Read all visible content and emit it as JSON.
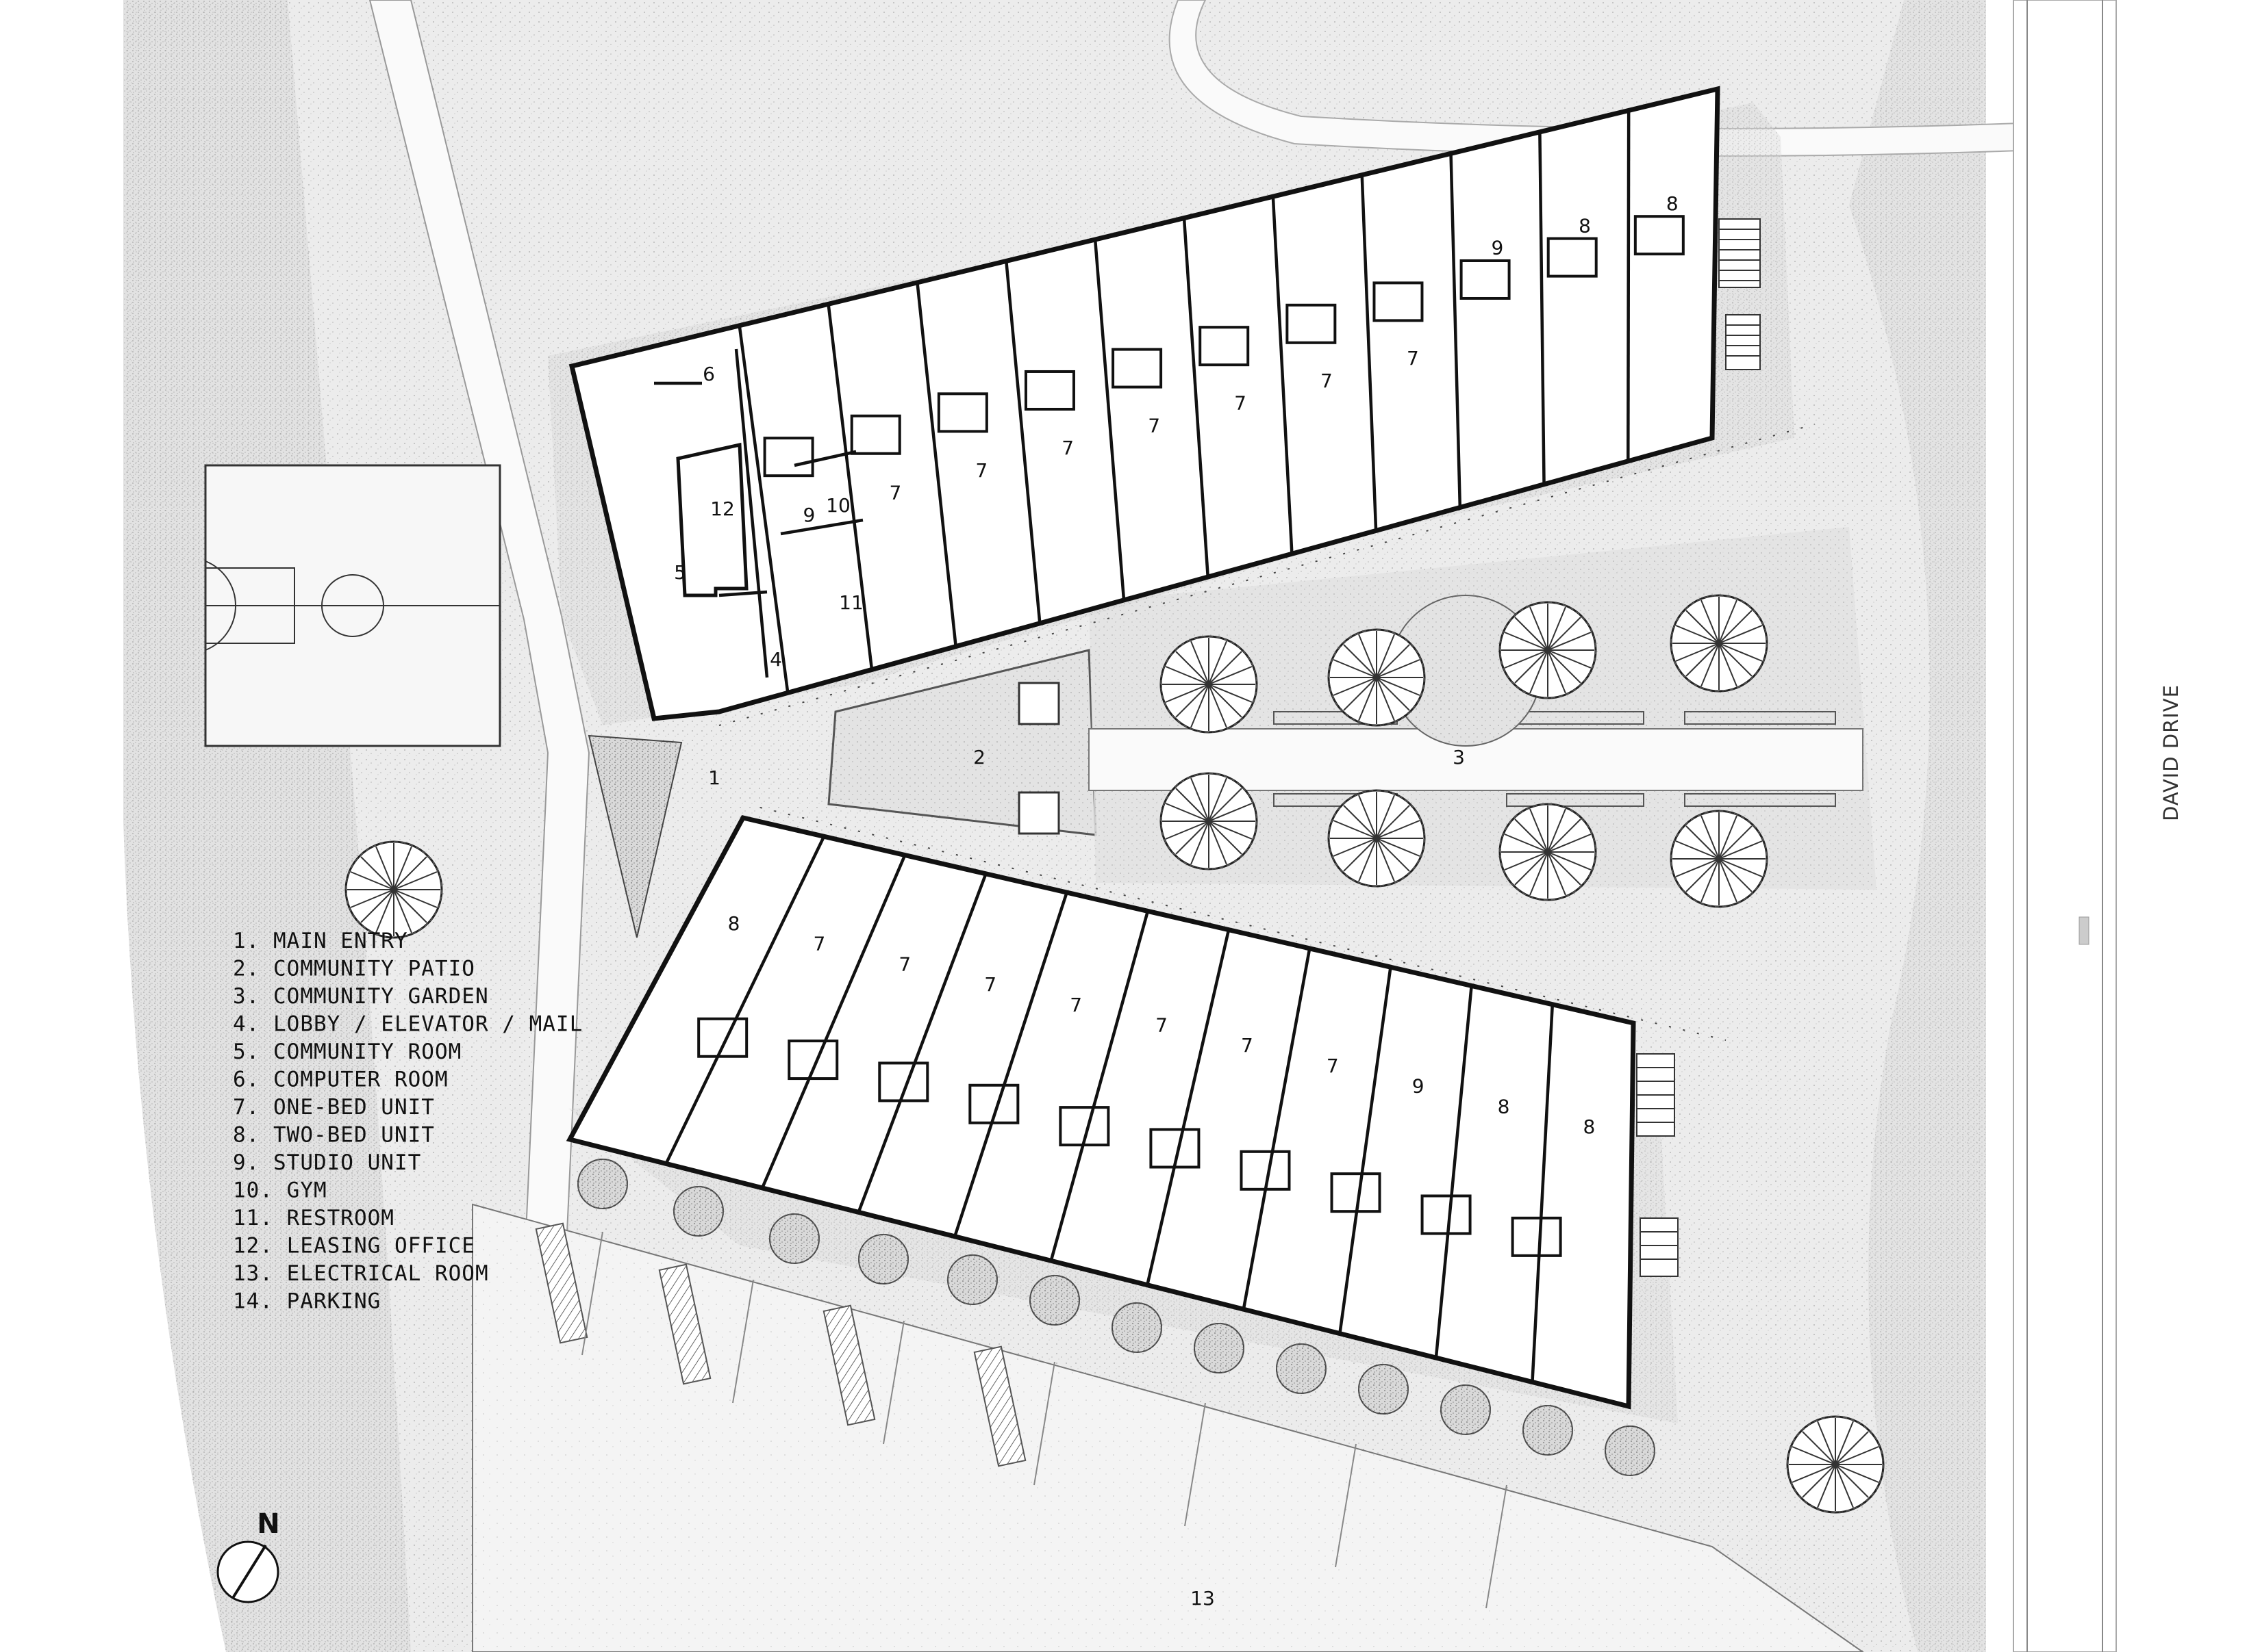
{
  "legend": [
    "1. MAIN ENTRY",
    "2. COMMUNITY PATIO",
    "3. COMMUNITY GARDEN",
    "4. LOBBY / ELEVATOR / MAIL",
    "5. COMMUNITY ROOM",
    "6. COMPUTER ROOM",
    "7. ONE-BED UNIT",
    "8. TWO-BED UNIT",
    "9. STUDIO UNIT",
    "10. GYM",
    "11. RESTROOM",
    "12. LEASING OFFICE",
    "13. ELECTRICAL ROOM",
    "14. PARKING"
  ],
  "street_name": "DAVID DRIVE",
  "north_label": "N",
  "labels": {
    "main_entry": "1",
    "patio": "2",
    "garden": "3",
    "lobby": "4",
    "community_room": "5",
    "computer_room": "6",
    "gym": "10",
    "restroom": "11",
    "leasing": "12",
    "electrical": "13"
  },
  "north_wing_units": [
    "9",
    "7",
    "7",
    "7",
    "7",
    "7",
    "7",
    "7",
    "9",
    "8",
    "8"
  ],
  "south_wing_units": [
    "8",
    "7",
    "7",
    "7",
    "7",
    "7",
    "7",
    "7",
    "9",
    "8",
    "8"
  ],
  "colors": {
    "site_fill": "#eeeeee",
    "path_fill": "#fafafa",
    "stipple": "#8a8a8a",
    "wall": "#111111"
  }
}
